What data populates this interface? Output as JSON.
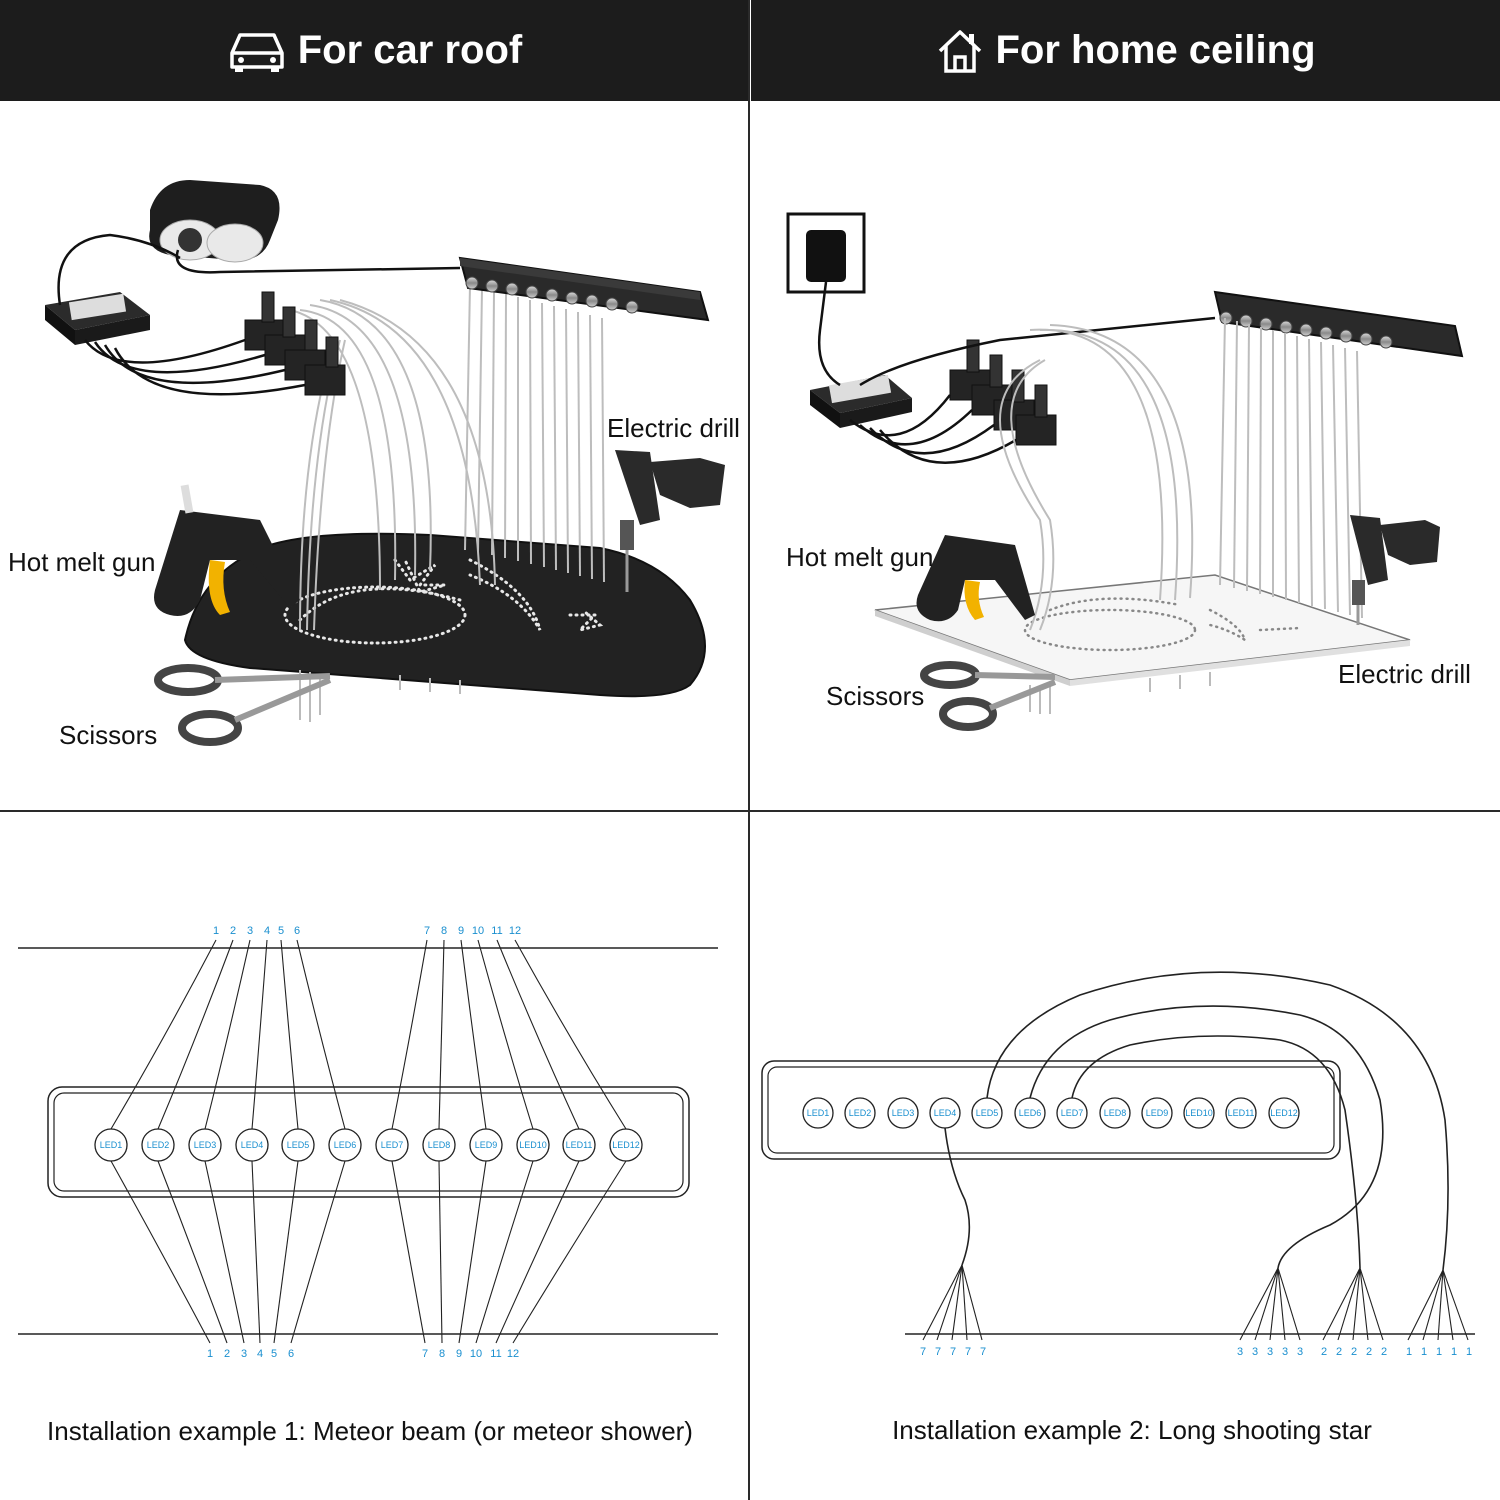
{
  "headers": {
    "car_roof": {
      "title": "For car roof",
      "icon": "car-icon"
    },
    "home_ceiling": {
      "title": "For home ceiling",
      "icon": "house-icon"
    }
  },
  "car_scene": {
    "tools": {
      "drill": "Electric drill",
      "glue_gun": "Hot melt gun",
      "scissors": "Scissors"
    }
  },
  "home_scene": {
    "tools": {
      "drill": "Electric drill",
      "glue_gun": "Hot melt gun",
      "scissors": "Scissors"
    }
  },
  "example1": {
    "caption": "Installation example 1: Meteor beam (or meteor shower)",
    "leds": [
      "LED1",
      "LED2",
      "LED3",
      "LED4",
      "LED5",
      "LED6",
      "LED7",
      "LED8",
      "LED9",
      "LED10",
      "LED11",
      "LED12"
    ],
    "top_numbers": [
      "1",
      "2",
      "3",
      "4",
      "5",
      "6",
      "7",
      "8",
      "9",
      "10",
      "11",
      "12"
    ],
    "bottom_numbers": [
      "1",
      "2",
      "3",
      "4",
      "5",
      "6",
      "7",
      "8",
      "9",
      "10",
      "11",
      "12"
    ]
  },
  "example2": {
    "caption": "Installation example 2: Long shooting star",
    "leds": [
      "LED1",
      "LED2",
      "LED3",
      "LED4",
      "LED5",
      "LED6",
      "LED7",
      "LED8",
      "LED9",
      "LED10",
      "LED11",
      "LED12"
    ],
    "groups": [
      {
        "label": "7",
        "count": 5
      },
      {
        "label": "3",
        "count": 5
      },
      {
        "label": "2",
        "count": 5
      },
      {
        "label": "1",
        "count": 5
      }
    ]
  },
  "colors": {
    "header_bg": "#1c1c1c",
    "led_text": "#1a8fcf",
    "line": "#222222"
  }
}
